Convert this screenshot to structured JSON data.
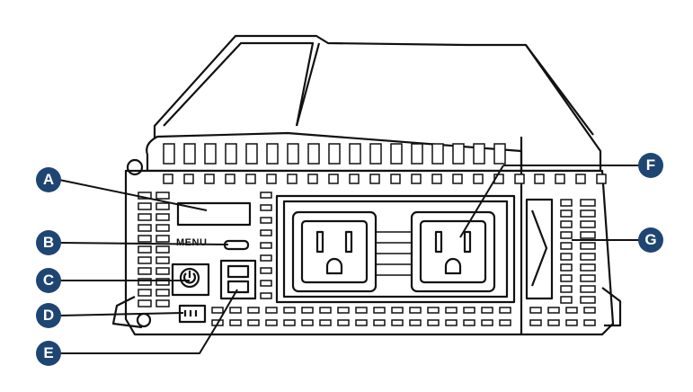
{
  "panel": {
    "menu_label": "MENU"
  },
  "callouts": [
    {
      "letter": "A",
      "target": "display-screen"
    },
    {
      "letter": "B",
      "target": "menu-button"
    },
    {
      "letter": "C",
      "target": "power-button"
    },
    {
      "letter": "D",
      "target": "remote-port"
    },
    {
      "letter": "E",
      "target": "usb-ports"
    },
    {
      "letter": "F",
      "target": "ac-outlet"
    },
    {
      "letter": "G",
      "target": "air-vent"
    }
  ],
  "colors": {
    "badge": "#1f4672",
    "line": "#111111",
    "fill": "#ffffff",
    "fill_dark": "#e9e9e9"
  }
}
